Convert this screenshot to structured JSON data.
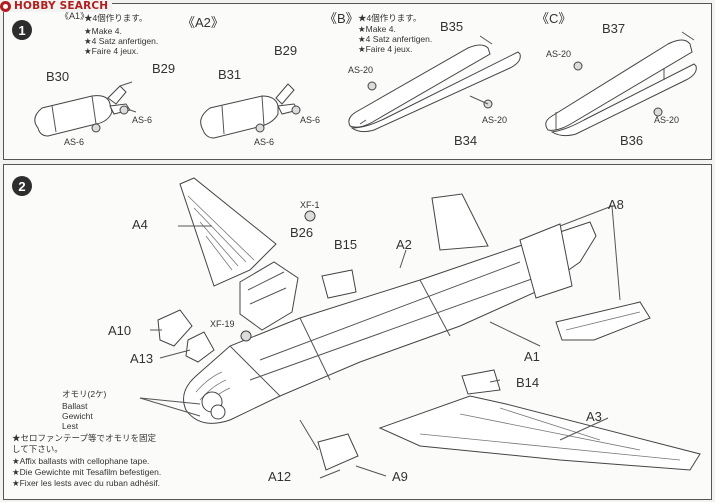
{
  "watermark": {
    "text": "HOBBY SEARCH"
  },
  "step1": {
    "number": "1",
    "variant_a1": {
      "label": "《A1》",
      "note_jp": "★4個作ります。",
      "note_en": "★Make 4.",
      "note_de": "★4 Satz anfertigen.",
      "note_fr": "★Faire 4 jeux.",
      "parts": {
        "body": "B30",
        "fin": "B29",
        "screw_top": "AS-6",
        "screw_bottom": "AS-6"
      }
    },
    "variant_a2": {
      "label": "《A2》",
      "parts": {
        "body": "B31",
        "fin": "B29",
        "screw_top": "AS-6",
        "screw_bottom": "AS-6"
      }
    },
    "variant_b": {
      "label": "《B》",
      "note_jp": "★4個作ります。",
      "note_en": "★Make 4.",
      "note_de": "★4 Satz anfertigen.",
      "note_fr": "★Faire 4 jeux.",
      "parts": {
        "top": "B35",
        "bottom": "B34",
        "screw_left": "AS-20",
        "screw_right": "AS-20"
      }
    },
    "variant_c": {
      "label": "《C》",
      "parts": {
        "top": "B37",
        "bottom": "B36",
        "screw_left": "AS-20",
        "screw_right": "AS-20"
      }
    }
  },
  "step2": {
    "number": "2",
    "parts": {
      "a4": "A4",
      "xf1": "XF-1",
      "b26": "B26",
      "b15": "B15",
      "a2": "A2",
      "a8": "A8",
      "a10": "A10",
      "xf19": "XF-19",
      "a13": "A13",
      "a1": "A1",
      "b14": "B14",
      "a3": "A3",
      "a12": "A12",
      "a9": "A9"
    },
    "ballast": {
      "jp": "オモリ(2ケ)",
      "en": "Ballast",
      "de": "Gewicht",
      "fr": "Lest"
    },
    "notes": [
      "★セロファンテープ等でオモリを固定",
      "して下さい。",
      "★Affix ballasts with cellophane tape.",
      "★Die Gewichte mit Tesafilm befestigen.",
      "★Fixer les lests avec du ruban adhésif."
    ]
  }
}
